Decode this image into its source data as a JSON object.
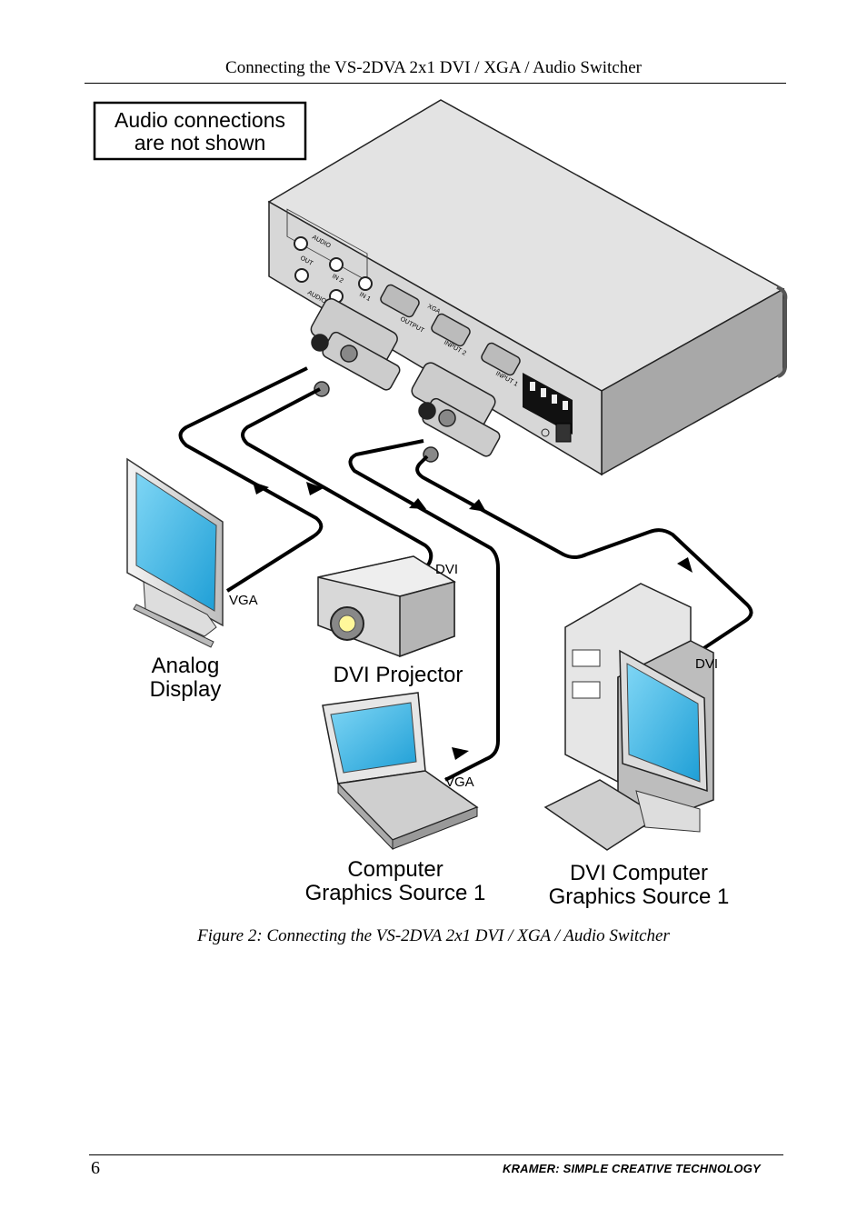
{
  "header": {
    "title": "Connecting the VS-2DVA 2x1 DVI / XGA / Audio Switcher"
  },
  "figure": {
    "note": [
      "Audio connections",
      "are not shown"
    ],
    "device_panel": {
      "audio_top": "AUDIO",
      "out": "OUT",
      "in2": "IN 2",
      "in1": "IN 1",
      "audio_bottom": "AUDIO",
      "xga": "XGA",
      "output": "OUTPUT",
      "input2": "INPUT 2",
      "input1": "INPUT 1"
    },
    "labels": {
      "analog_display": [
        "Analog",
        "Display"
      ],
      "dvi_projector": "DVI Projector",
      "computer_source": [
        "Computer",
        "Graphics Source 1"
      ],
      "dvi_computer_source": [
        "DVI Computer",
        "Graphics Source 1"
      ]
    },
    "cable_labels": {
      "vga_display": "VGA",
      "dvi_projector": "DVI",
      "vga_laptop": "VGA",
      "dvi_computer": "DVI"
    }
  },
  "caption": "Figure 2: Connecting the VS-2DVA 2x1 DVI / XGA / Audio Switcher",
  "footer": {
    "page_number": "6",
    "brand": "KRAMER:  SIMPLE CREATIVE TECHNOLOGY"
  }
}
